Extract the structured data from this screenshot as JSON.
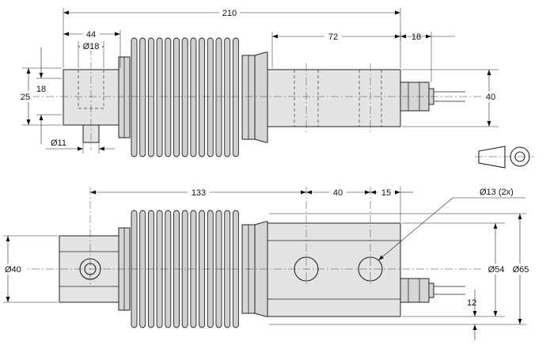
{
  "top_view": {
    "dim_overall_length": "210",
    "dim_end_block_width": "44",
    "dim_bore_dia": "Ø18",
    "dim_mount_spacing": "72",
    "dim_end_offset": "18",
    "dim_height_outer": "25",
    "dim_height_inner": "18",
    "dim_width_right": "40",
    "dim_pin_dia": "Ø11"
  },
  "front_view": {
    "dim_first_hole": "133",
    "dim_hole_spacing": "40",
    "dim_hole_edge": "15",
    "dim_hole_callout": "Ø13 (2x)",
    "dim_left_dia": "Ø40",
    "dim_body_height": "Ø54",
    "dim_overall_height": "Ø65",
    "dim_bottom_offset": "12"
  },
  "projection_symbol": {
    "type": "first-angle projection symbol"
  }
}
